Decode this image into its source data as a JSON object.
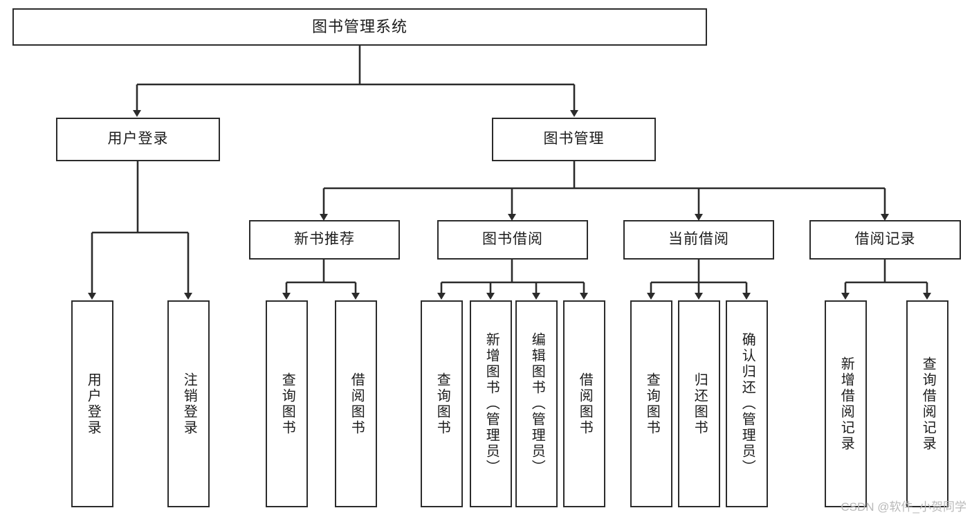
{
  "diagram": {
    "title": "图书管理系统",
    "type": "tree-hierarchy-diagram",
    "root": {
      "id": "root",
      "label": "图书管理系统"
    },
    "level2": [
      {
        "id": "user-login",
        "label": "用户登录"
      },
      {
        "id": "book-manage",
        "label": "图书管理"
      }
    ],
    "level3": [
      {
        "id": "new-book-rec",
        "label": "新书推荐"
      },
      {
        "id": "book-borrow",
        "label": "图书借阅"
      },
      {
        "id": "current-borrow",
        "label": "当前借阅"
      },
      {
        "id": "borrow-record",
        "label": "借阅记录"
      }
    ],
    "leaves": [
      {
        "id": "leaf-user-login",
        "label": "用户登录",
        "parent": "user-login"
      },
      {
        "id": "leaf-logout",
        "label": "注销登录",
        "parent": "user-login"
      },
      {
        "id": "leaf-query-book-1",
        "label": "查询图书",
        "parent": "new-book-rec"
      },
      {
        "id": "leaf-borrow-book-1",
        "label": "借阅图书",
        "parent": "new-book-rec"
      },
      {
        "id": "leaf-query-book-2",
        "label": "查询图书",
        "parent": "book-borrow"
      },
      {
        "id": "leaf-add-book",
        "label": "新增图书（管理员）",
        "parent": "book-borrow"
      },
      {
        "id": "leaf-edit-book",
        "label": "编辑图书（管理员）",
        "parent": "book-borrow"
      },
      {
        "id": "leaf-borrow-book-2",
        "label": "借阅图书",
        "parent": "book-borrow"
      },
      {
        "id": "leaf-query-book-3",
        "label": "查询图书",
        "parent": "current-borrow"
      },
      {
        "id": "leaf-return-book",
        "label": "归还图书",
        "parent": "current-borrow"
      },
      {
        "id": "leaf-confirm-return",
        "label": "确认归还（管理员）",
        "parent": "current-borrow"
      },
      {
        "id": "leaf-add-record",
        "label": "新增借阅记录",
        "parent": "borrow-record"
      },
      {
        "id": "leaf-query-record",
        "label": "查询借阅记录",
        "parent": "borrow-record"
      }
    ],
    "colors": {
      "border": "#2b2b2b",
      "background": "#ffffff",
      "text": "#1c1c1c",
      "connector": "#2b2b2b",
      "watermark": "#b9b9b9"
    }
  },
  "watermark": {
    "text": "CSDN @软件_小贺同学"
  }
}
